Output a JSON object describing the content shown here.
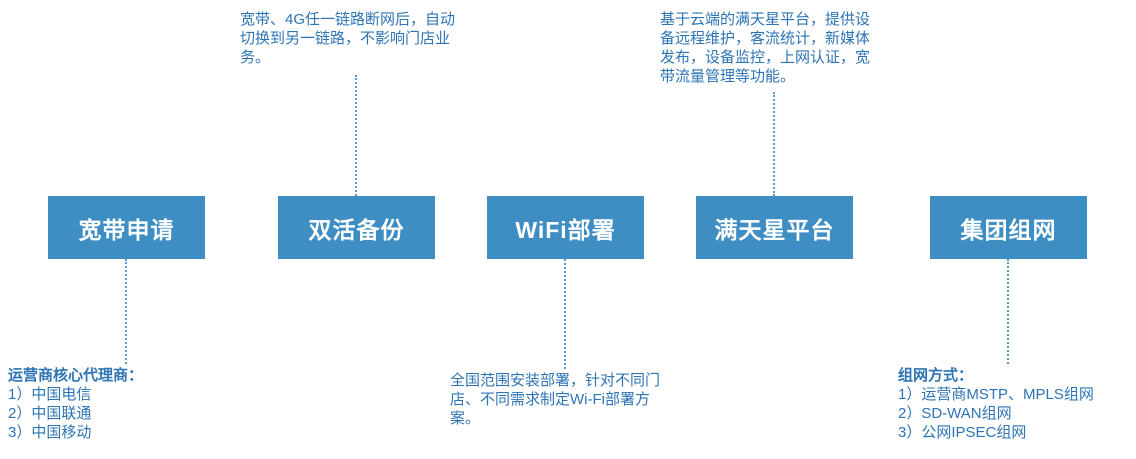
{
  "diagram": {
    "boxes": [
      {
        "label": "宽带申请"
      },
      {
        "label": "双活备份"
      },
      {
        "label": "WiFi部署"
      },
      {
        "label": "满天星平台"
      },
      {
        "label": "集团组网"
      }
    ],
    "annotations": {
      "dual_backup": {
        "text": "宽带、4G任一链路断网后，自动切换到另一链路，不影响门店业务。"
      },
      "cloud_platform": {
        "text": "基于云端的满天星平台，提供设备远程维护，客流统计，新媒体发布，设备监控，上网认证，宽带流量管理等功能。"
      },
      "broadband_agents": {
        "title": "运营商核心代理商：",
        "items": [
          "1）中国电信",
          "2）中国联通",
          "3）中国移动"
        ]
      },
      "wifi_deploy": {
        "text": "全国范围安装部署，针对不同门店、不同需求制定Wi-Fi部署方案。"
      },
      "networking": {
        "title": "组网方式：",
        "items": [
          "1）运营商MSTP、MPLS组网",
          "2）SD-WAN组网",
          "3）公网IPSEC组网"
        ]
      }
    },
    "colors": {
      "box_background": "#3E8EC4",
      "box_text": "#FFFFFF",
      "annotation_text": "#2E74B5",
      "connector": "#5B9BD5"
    }
  }
}
